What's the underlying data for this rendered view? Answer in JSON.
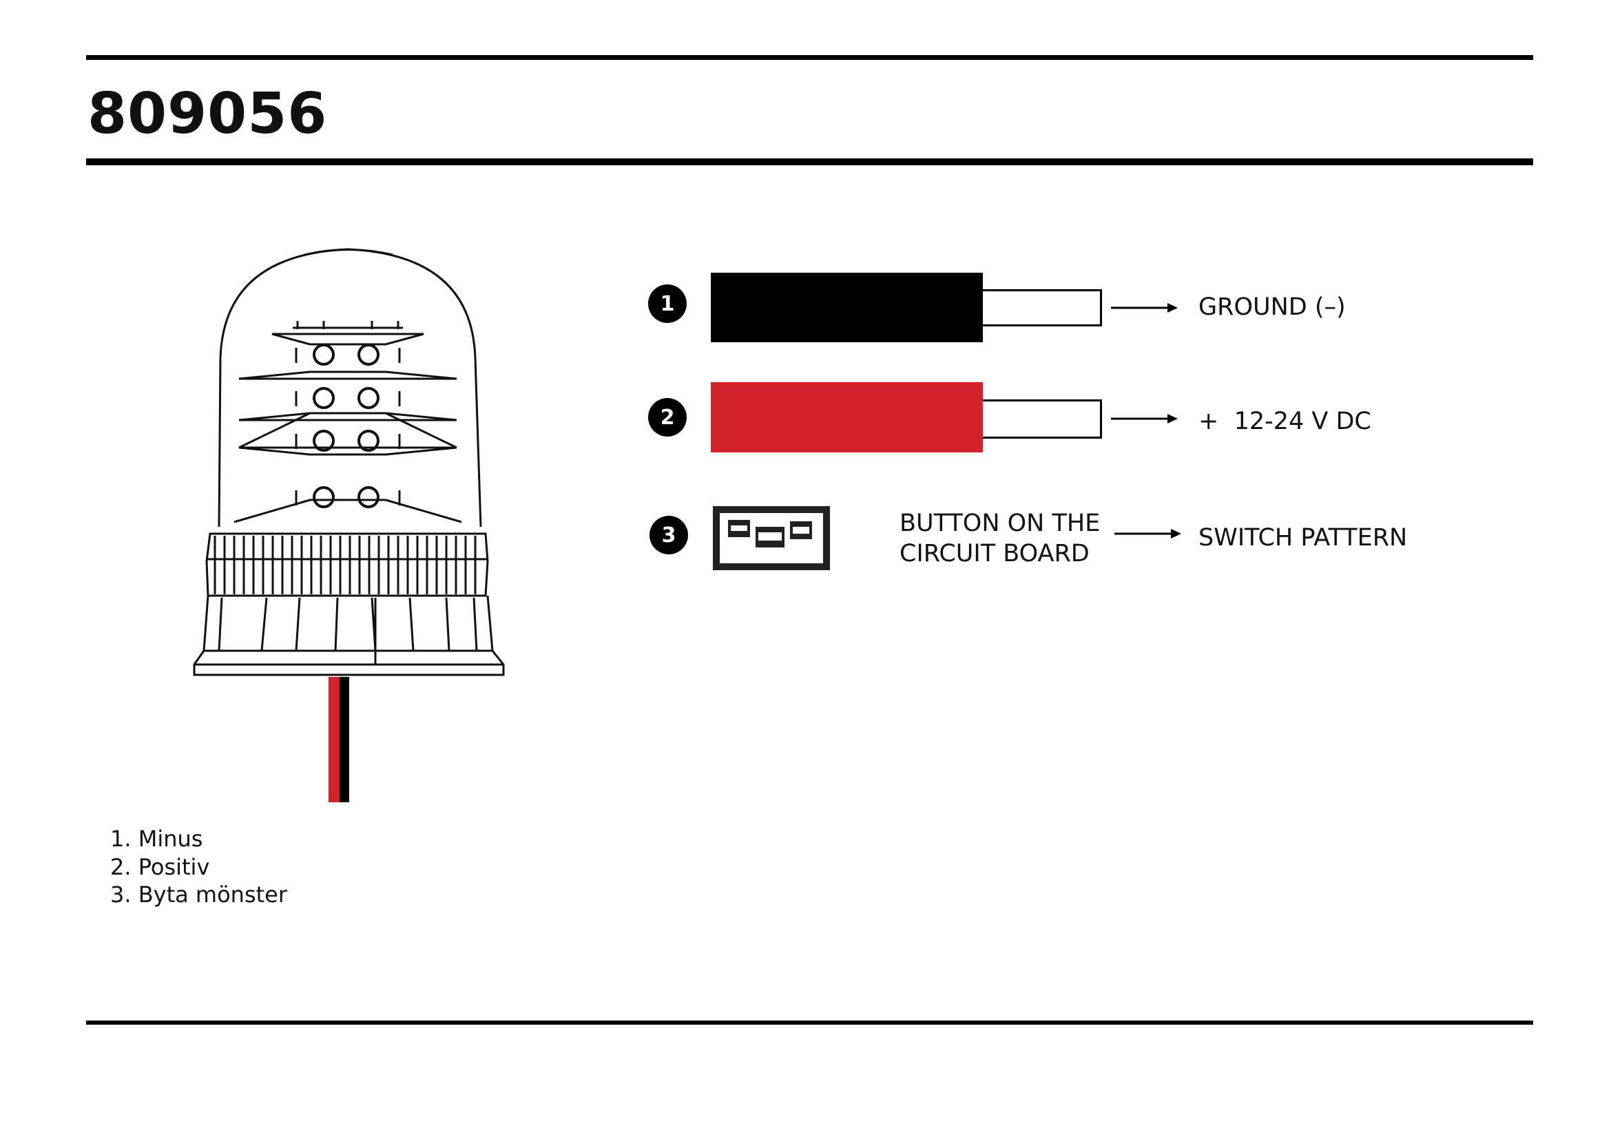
{
  "title": "809056",
  "wires": [
    {
      "number": "1",
      "color": "#000000",
      "label": "GROUND (–)"
    },
    {
      "number": "2",
      "color": "#d2232a",
      "label": "+  12-24 V DC"
    }
  ],
  "button": {
    "number": "3",
    "label_line1": "BUTTON ON THE",
    "label_line2": "CIRCUIT BOARD",
    "result": "SWITCH PATTERN"
  },
  "legend": [
    "1. Minus",
    "2. Positiv",
    "3. Byta mönster"
  ]
}
